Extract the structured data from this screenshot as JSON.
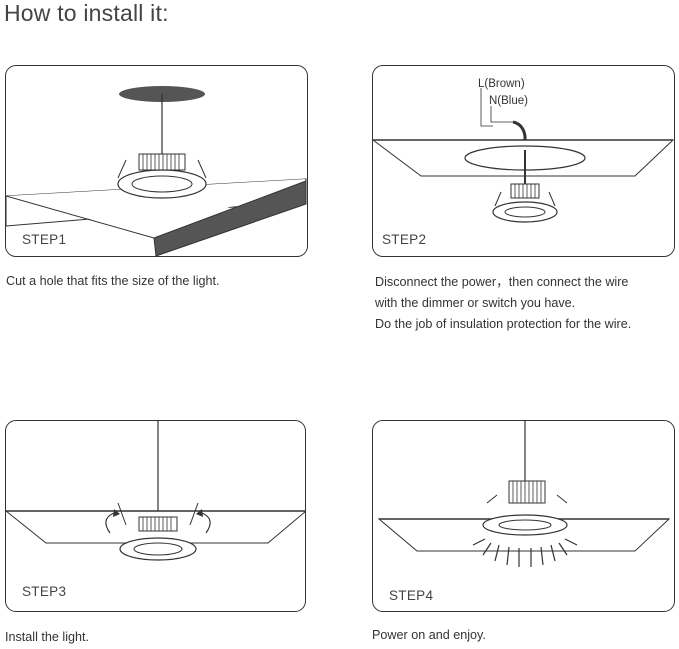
{
  "title": "How to install it:",
  "steps": [
    {
      "label": "STEP1",
      "caption": [
        "Cut a hole that fits the size of the light."
      ]
    },
    {
      "label": "STEP2",
      "caption": [
        "Disconnect the power，then connect the wire",
        "with the dimmer or switch you have.",
        "Do the job of insulation protection for the wire."
      ]
    },
    {
      "label": "STEP3",
      "caption": [
        "Install the light."
      ]
    },
    {
      "label": "STEP4",
      "caption": [
        "Power on and enjoy."
      ]
    }
  ],
  "wires": {
    "live": "L(Brown)",
    "neutral": "N(Blue)"
  }
}
